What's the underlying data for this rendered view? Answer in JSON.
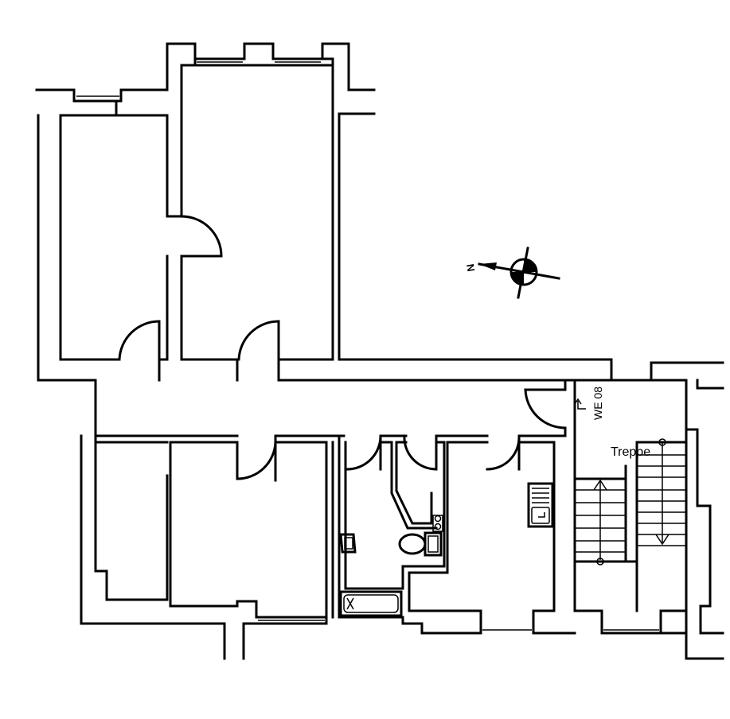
{
  "labels": {
    "stairs": "Treppe",
    "unit": "WE 08",
    "north": "N"
  },
  "icons": {
    "compass": "north-arrow-compass-icon",
    "bathtub": "bathtub-icon",
    "toilet": "toilet-icon",
    "sink": "washbasin-icon",
    "kitchen_sink": "kitchen-sink-icon"
  },
  "colors": {
    "line": "#000000",
    "background": "#ffffff"
  }
}
